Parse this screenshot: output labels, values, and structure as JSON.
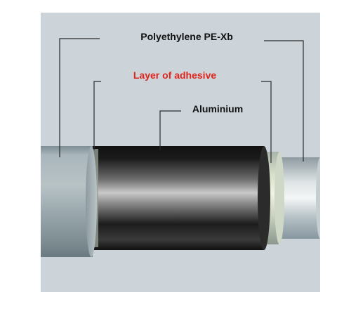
{
  "labels": {
    "polyethylene": "Polyethylene PE-Xb",
    "adhesive": "Layer of adhesive",
    "aluminium": "Aluminium"
  },
  "colors": {
    "background": "#ccd4da",
    "adhesive_label": "#e0241b",
    "text": "#111111",
    "leader_lines": "#2a2a2a"
  }
}
